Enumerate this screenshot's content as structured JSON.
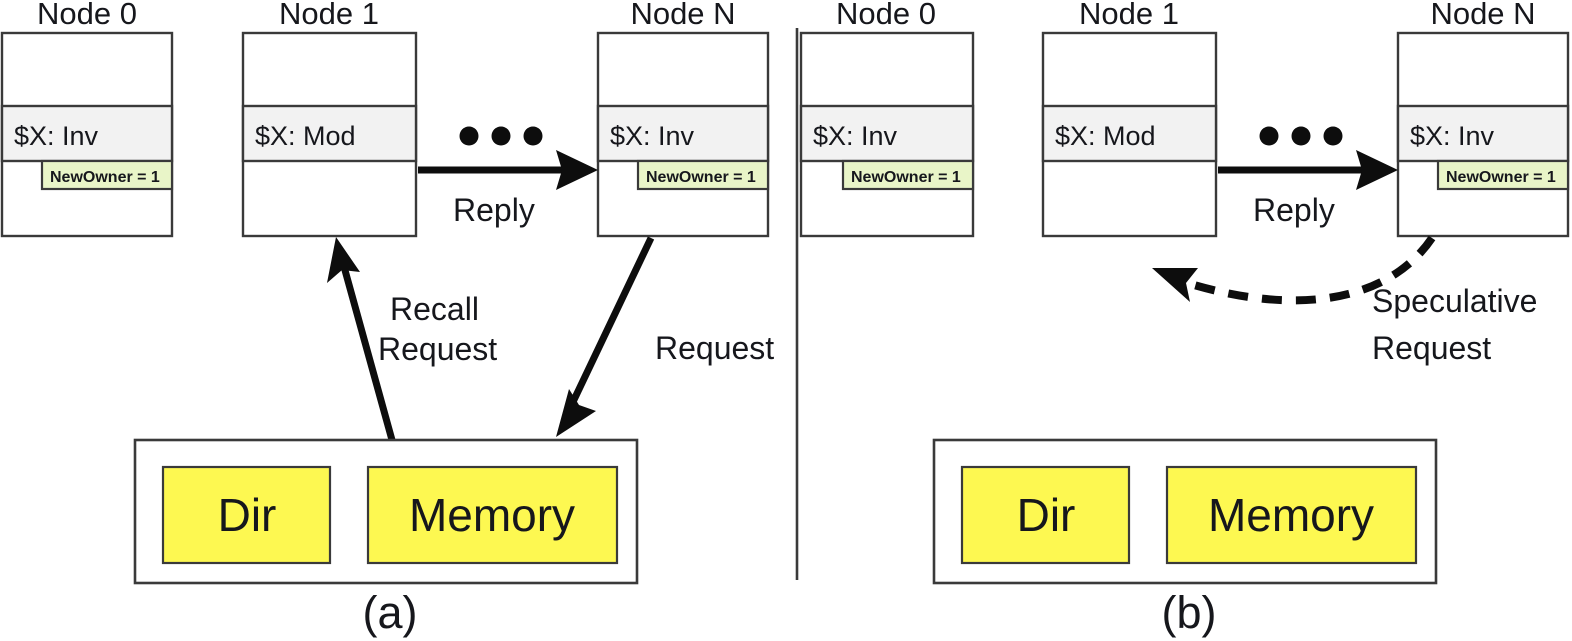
{
  "figure": {
    "background": "#ffffff",
    "colors": {
      "box_stroke": "#3a3a3a",
      "cache_row_fill": "#f2f2f2",
      "badge_fill": "#e9f5c8",
      "memory_cell_fill": "#fdf851",
      "arrow": "#0d0d0d",
      "text": "#16171c"
    }
  },
  "panels": [
    {
      "id": "a",
      "label": "(a)",
      "nodes": [
        {
          "title": "Node 0",
          "cache_state": "$X: Inv",
          "badge": "NewOwner = 1",
          "has_badge": true
        },
        {
          "title": "Node 1",
          "cache_state": "$X: Mod",
          "badge": "",
          "has_badge": false
        },
        {
          "title": "Node N",
          "cache_state": "$X: Inv",
          "badge": "NewOwner = 1",
          "has_badge": true
        }
      ],
      "ellipsis": "• • •",
      "memory": {
        "dir_label": "Dir",
        "memory_label": "Memory"
      },
      "edges": [
        {
          "name": "reply",
          "label": "Reply",
          "style": "solid"
        },
        {
          "name": "recall-request",
          "label_line1": "Recall",
          "label_line2": "Request",
          "style": "solid"
        },
        {
          "name": "request",
          "label": "Request",
          "style": "solid"
        }
      ]
    },
    {
      "id": "b",
      "label": "(b)",
      "nodes": [
        {
          "title": "Node 0",
          "cache_state": "$X: Inv",
          "badge": "NewOwner = 1",
          "has_badge": true
        },
        {
          "title": "Node 1",
          "cache_state": "$X: Mod",
          "badge": "",
          "has_badge": false
        },
        {
          "title": "Node N",
          "cache_state": "$X: Inv",
          "badge": "NewOwner = 1",
          "has_badge": true
        }
      ],
      "ellipsis": "• • •",
      "memory": {
        "dir_label": "Dir",
        "memory_label": "Memory"
      },
      "edges": [
        {
          "name": "reply",
          "label": "Reply",
          "style": "solid"
        },
        {
          "name": "speculative-request",
          "label_line1": "Speculative",
          "label_line2": "Request",
          "style": "dashed"
        }
      ]
    }
  ]
}
